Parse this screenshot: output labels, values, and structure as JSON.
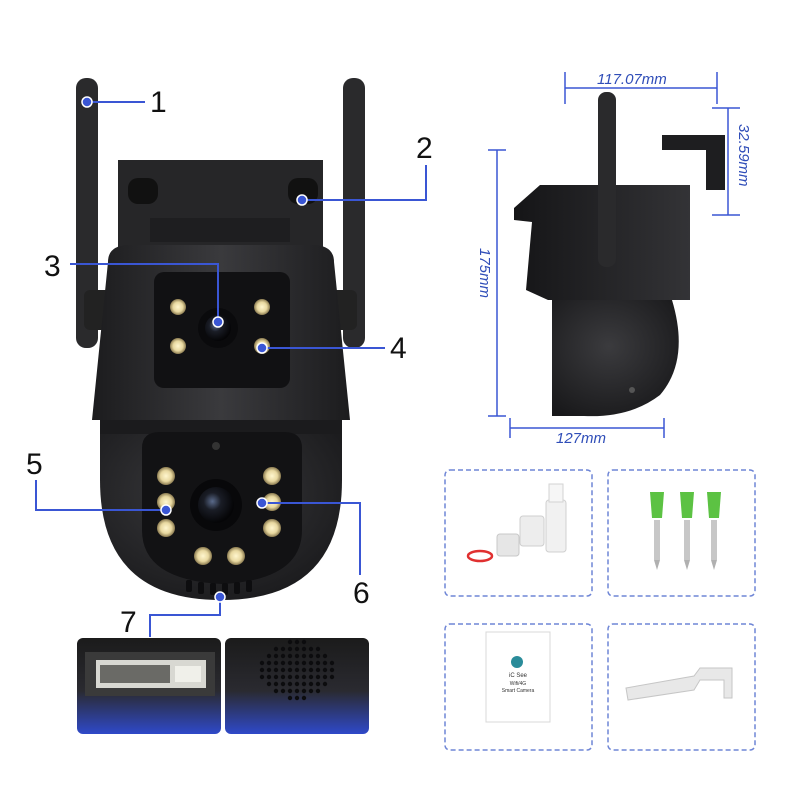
{
  "callouts": [
    "1",
    "2",
    "3",
    "4",
    "5",
    "6",
    "7"
  ],
  "dimensions": {
    "width_top": "117.07mm",
    "bracket_height": "32.59mm",
    "height": "175mm",
    "width_bottom": "127mm"
  },
  "manual": {
    "brand": "iC See",
    "line1": "Wifi/4G",
    "line2": "Smart Camera"
  },
  "colors": {
    "callout_line": "#3a56d4",
    "dimension_text": "#2f4db8",
    "camera_body": "#2b2b2d",
    "box_border": "#6f86d6",
    "thumb_glow": "#2f49c9"
  },
  "icons": [
    "camera-illustration",
    "led-icon",
    "lens-icon",
    "anchor-plug-icon",
    "screw-icon",
    "manual-icon",
    "bracket-icon",
    "mic-grille-icon",
    "sd-slot-icon"
  ]
}
